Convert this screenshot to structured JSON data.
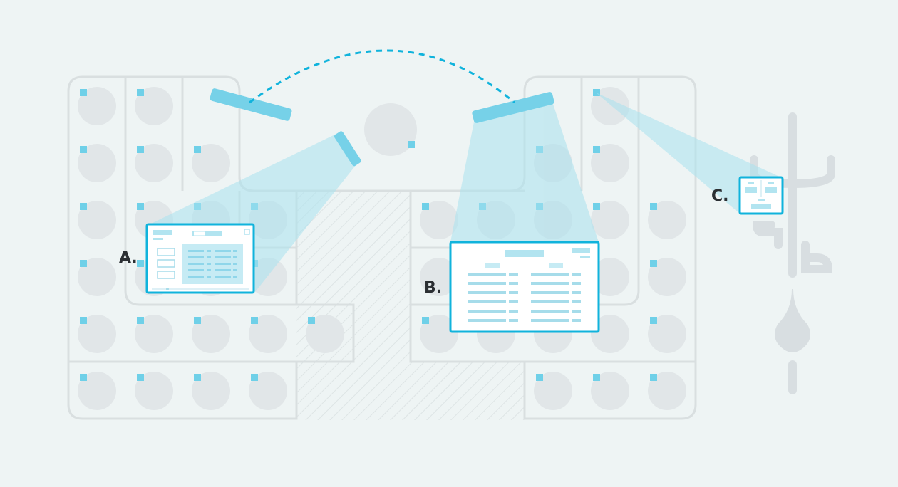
{
  "diagram": {
    "labels": {
      "a": "A.",
      "b": "B.",
      "c": "C."
    },
    "colors": {
      "background": "#eef4f4",
      "outline": "#d9dfe0",
      "seat": "#e1e6e8",
      "accent": "#10b3dc",
      "marker": "#6fd0e8",
      "beam": "#a9e1ee",
      "fixture": "#d8dee1"
    },
    "icons": [
      "projector-icon",
      "plant-icon",
      "seat-icon",
      "screen-icon"
    ]
  }
}
